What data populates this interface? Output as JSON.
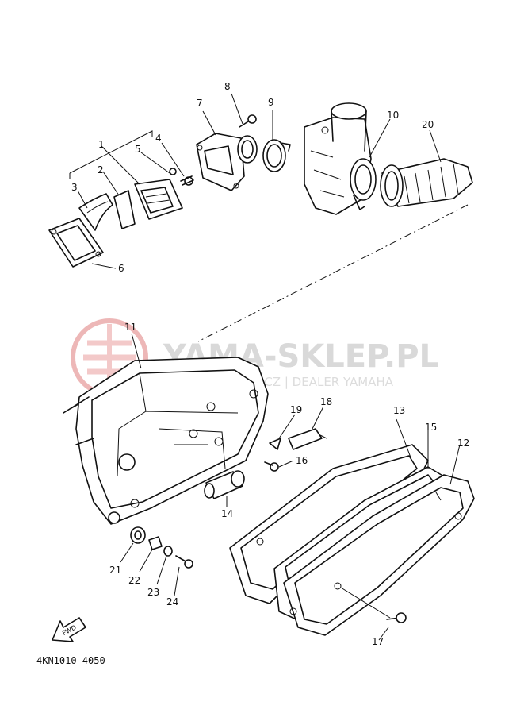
{
  "watermark": {
    "title": "YAMA-SKLEP.PL",
    "subtitle": "WOJ. LEOLEWICZ | DEALER YAMAHA",
    "logo_color": "#e8a0a0",
    "text_color": "#d9d9d9"
  },
  "fwd_label": "FWD",
  "diagram_code": "4KN1010-4050",
  "callouts": {
    "c1": "1",
    "c2": "2",
    "c3": "3",
    "c4": "4",
    "c5": "5",
    "c6": "6",
    "c7": "7",
    "c8": "8",
    "c9": "9",
    "c10": "10",
    "c11": "11",
    "c12": "12",
    "c13": "13",
    "c14": "14",
    "c15": "15",
    "c16": "16",
    "c17": "17",
    "c18": "18",
    "c19": "19",
    "c20": "20",
    "c21": "21",
    "c22": "22",
    "c23": "23",
    "c24": "24"
  }
}
